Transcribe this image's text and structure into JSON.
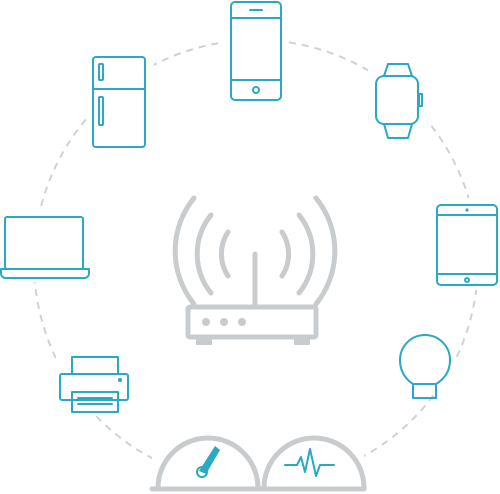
{
  "diagram": {
    "center": {
      "name": "wifi-router",
      "icon": "router-icon"
    },
    "devices": [
      {
        "name": "smartphone",
        "icon": "smartphone-icon"
      },
      {
        "name": "smartwatch",
        "icon": "smartwatch-icon"
      },
      {
        "name": "tablet",
        "icon": "tablet-icon"
      },
      {
        "name": "smart-bulb",
        "icon": "light-bulb-icon"
      },
      {
        "name": "heart-rate-monitor",
        "icon": "pulse-gauge-icon"
      },
      {
        "name": "speed-gauge",
        "icon": "speedometer-icon"
      },
      {
        "name": "printer",
        "icon": "printer-icon"
      },
      {
        "name": "laptop",
        "icon": "laptop-icon"
      },
      {
        "name": "refrigerator",
        "icon": "refrigerator-icon"
      }
    ],
    "colors": {
      "device": "#2aa8c4",
      "router": "#c9cccf",
      "ring": "#cfd2d4"
    }
  }
}
